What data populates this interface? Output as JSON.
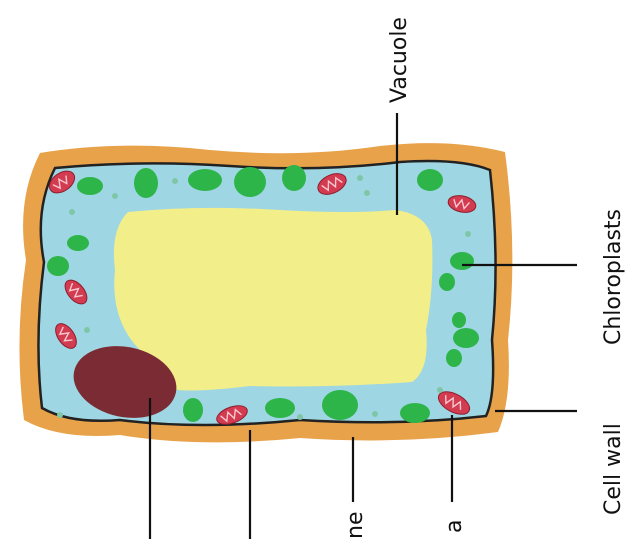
{
  "diagram": {
    "labels": {
      "vacuole": "Vacuole",
      "chloroplasts": "Chloroplasts",
      "cell_wall": "Cell wall",
      "membrane_partial": "ne",
      "mitochondria_partial": "a"
    },
    "colors": {
      "cell_wall": "#e8a24a",
      "cytoplasm": "#9fd6e3",
      "vacuole": "#f2ef8a",
      "chloroplast": "#2db54a",
      "mitochondrion": "#d23b50",
      "nucleus": "#7a2b34",
      "membrane": "#222222",
      "leader": "#111111"
    }
  }
}
